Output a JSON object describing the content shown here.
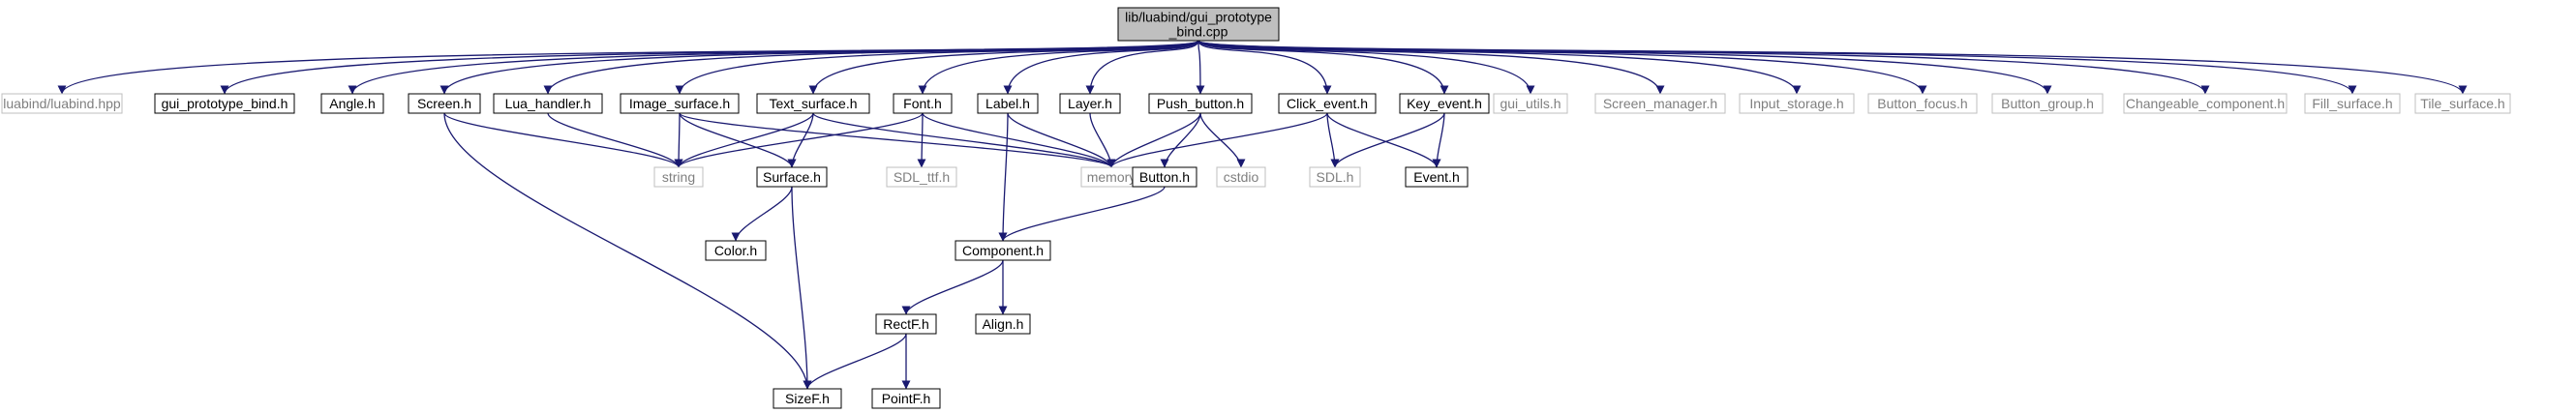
{
  "diagram": {
    "root": "lib/luabind/gui_prototype_bind.cpp",
    "colors": {
      "edge": "#191970",
      "node_border": "#000000",
      "external_border": "#bfbfbf",
      "external_text": "#7f7f7f",
      "root_fill": "#bfbfbf",
      "background": "#ffffff"
    },
    "nodes": [
      {
        "id": "root",
        "label": [
          "lib/luabind/gui_prototype",
          "_bind.cpp"
        ],
        "kind": "root"
      },
      {
        "id": "luabind_hpp",
        "label": [
          "luabind/luabind.hpp"
        ],
        "kind": "external"
      },
      {
        "id": "gui_prototype_bind_h",
        "label": [
          "gui_prototype_bind.h"
        ],
        "kind": "internal"
      },
      {
        "id": "angle_h",
        "label": [
          "Angle.h"
        ],
        "kind": "internal"
      },
      {
        "id": "screen_h",
        "label": [
          "Screen.h"
        ],
        "kind": "internal"
      },
      {
        "id": "lua_handler_h",
        "label": [
          "Lua_handler.h"
        ],
        "kind": "internal"
      },
      {
        "id": "image_surface_h",
        "label": [
          "Image_surface.h"
        ],
        "kind": "internal"
      },
      {
        "id": "text_surface_h",
        "label": [
          "Text_surface.h"
        ],
        "kind": "internal"
      },
      {
        "id": "font_h",
        "label": [
          "Font.h"
        ],
        "kind": "internal"
      },
      {
        "id": "label_h",
        "label": [
          "Label.h"
        ],
        "kind": "internal"
      },
      {
        "id": "layer_h",
        "label": [
          "Layer.h"
        ],
        "kind": "internal"
      },
      {
        "id": "push_button_h",
        "label": [
          "Push_button.h"
        ],
        "kind": "internal"
      },
      {
        "id": "click_event_h",
        "label": [
          "Click_event.h"
        ],
        "kind": "internal"
      },
      {
        "id": "key_event_h",
        "label": [
          "Key_event.h"
        ],
        "kind": "internal"
      },
      {
        "id": "gui_utils_h",
        "label": [
          "gui_utils.h"
        ],
        "kind": "external"
      },
      {
        "id": "screen_manager_h",
        "label": [
          "Screen_manager.h"
        ],
        "kind": "external"
      },
      {
        "id": "input_storage_h",
        "label": [
          "Input_storage.h"
        ],
        "kind": "external"
      },
      {
        "id": "button_focus_h",
        "label": [
          "Button_focus.h"
        ],
        "kind": "external"
      },
      {
        "id": "button_group_h",
        "label": [
          "Button_group.h"
        ],
        "kind": "external"
      },
      {
        "id": "changeable_component_h",
        "label": [
          "Changeable_component.h"
        ],
        "kind": "external"
      },
      {
        "id": "fill_surface_h",
        "label": [
          "Fill_surface.h"
        ],
        "kind": "external"
      },
      {
        "id": "tile_surface_h",
        "label": [
          "Tile_surface.h"
        ],
        "kind": "external"
      },
      {
        "id": "string",
        "label": [
          "string"
        ],
        "kind": "external"
      },
      {
        "id": "surface_h",
        "label": [
          "Surface.h"
        ],
        "kind": "internal"
      },
      {
        "id": "sdl_ttf_h",
        "label": [
          "SDL_ttf.h"
        ],
        "kind": "external"
      },
      {
        "id": "memory",
        "label": [
          "memory"
        ],
        "kind": "external"
      },
      {
        "id": "button_h",
        "label": [
          "Button.h"
        ],
        "kind": "internal"
      },
      {
        "id": "cstdio",
        "label": [
          "cstdio"
        ],
        "kind": "external"
      },
      {
        "id": "sdl_h",
        "label": [
          "SDL.h"
        ],
        "kind": "external"
      },
      {
        "id": "event_h",
        "label": [
          "Event.h"
        ],
        "kind": "internal"
      },
      {
        "id": "color_h",
        "label": [
          "Color.h"
        ],
        "kind": "internal"
      },
      {
        "id": "component_h",
        "label": [
          "Component.h"
        ],
        "kind": "internal"
      },
      {
        "id": "rectf_h",
        "label": [
          "RectF.h"
        ],
        "kind": "internal"
      },
      {
        "id": "align_h",
        "label": [
          "Align.h"
        ],
        "kind": "internal"
      },
      {
        "id": "sizef_h",
        "label": [
          "SizeF.h"
        ],
        "kind": "internal"
      },
      {
        "id": "pointf_h",
        "label": [
          "PointF.h"
        ],
        "kind": "internal"
      }
    ],
    "edges": [
      [
        "root",
        "luabind_hpp"
      ],
      [
        "root",
        "gui_prototype_bind_h"
      ],
      [
        "root",
        "angle_h"
      ],
      [
        "root",
        "screen_h"
      ],
      [
        "root",
        "lua_handler_h"
      ],
      [
        "root",
        "image_surface_h"
      ],
      [
        "root",
        "text_surface_h"
      ],
      [
        "root",
        "font_h"
      ],
      [
        "root",
        "label_h"
      ],
      [
        "root",
        "layer_h"
      ],
      [
        "root",
        "push_button_h"
      ],
      [
        "root",
        "click_event_h"
      ],
      [
        "root",
        "key_event_h"
      ],
      [
        "root",
        "gui_utils_h"
      ],
      [
        "root",
        "screen_manager_h"
      ],
      [
        "root",
        "input_storage_h"
      ],
      [
        "root",
        "button_focus_h"
      ],
      [
        "root",
        "button_group_h"
      ],
      [
        "root",
        "changeable_component_h"
      ],
      [
        "root",
        "fill_surface_h"
      ],
      [
        "root",
        "tile_surface_h"
      ],
      [
        "screen_h",
        "string"
      ],
      [
        "screen_h",
        "sizef_h"
      ],
      [
        "lua_handler_h",
        "string"
      ],
      [
        "image_surface_h",
        "string"
      ],
      [
        "image_surface_h",
        "surface_h"
      ],
      [
        "image_surface_h",
        "memory"
      ],
      [
        "text_surface_h",
        "string"
      ],
      [
        "text_surface_h",
        "surface_h"
      ],
      [
        "text_surface_h",
        "memory"
      ],
      [
        "font_h",
        "string"
      ],
      [
        "font_h",
        "sdl_ttf_h"
      ],
      [
        "font_h",
        "memory"
      ],
      [
        "label_h",
        "memory"
      ],
      [
        "label_h",
        "component_h"
      ],
      [
        "layer_h",
        "memory"
      ],
      [
        "push_button_h",
        "memory"
      ],
      [
        "push_button_h",
        "button_h"
      ],
      [
        "push_button_h",
        "cstdio"
      ],
      [
        "click_event_h",
        "memory"
      ],
      [
        "click_event_h",
        "sdl_h"
      ],
      [
        "click_event_h",
        "event_h"
      ],
      [
        "key_event_h",
        "sdl_h"
      ],
      [
        "key_event_h",
        "event_h"
      ],
      [
        "surface_h",
        "color_h"
      ],
      [
        "surface_h",
        "sizef_h"
      ],
      [
        "button_h",
        "component_h"
      ],
      [
        "component_h",
        "rectf_h"
      ],
      [
        "component_h",
        "align_h"
      ],
      [
        "rectf_h",
        "sizef_h"
      ],
      [
        "rectf_h",
        "pointf_h"
      ]
    ]
  }
}
